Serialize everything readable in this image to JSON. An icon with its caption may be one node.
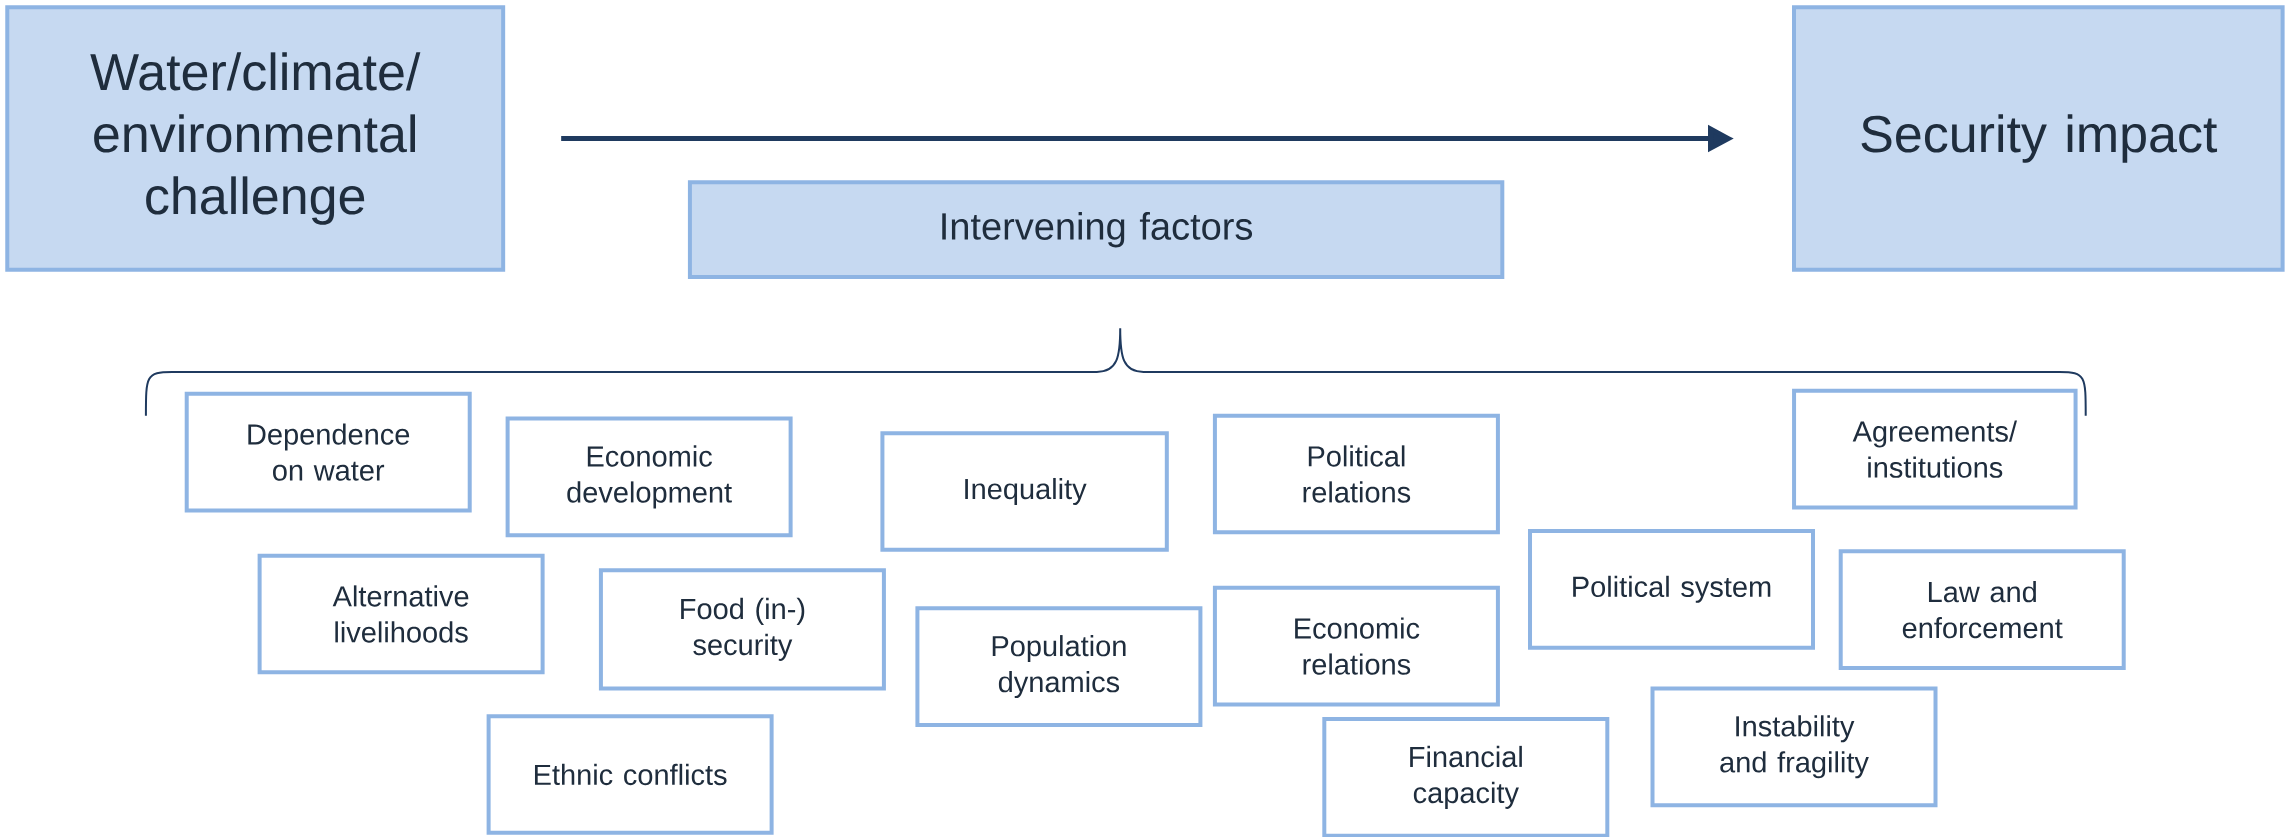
{
  "diagram": {
    "nodes": [
      {
        "text": [
          "Water/climate/ environmental challenge"
        ]
      },
      {
        "text": [
          "Security impact"
        ]
      },
      {
        "text": [
          "Intervening factors"
        ]
      },
      {
        "text": [
          "Dependence on water"
        ]
      },
      {
        "text": [
          "Economic development"
        ]
      },
      {
        "text": [
          "Inequality"
        ]
      },
      {
        "text": [
          "Political relations"
        ]
      },
      {
        "text": [
          "Agreements/ institutions"
        ]
      },
      {
        "text": [
          "Alternative livelihoods"
        ]
      },
      {
        "text": [
          "Food (in-) security"
        ]
      },
      {
        "text": [
          "Population dynamics"
        ]
      },
      {
        "text": [
          "Economic relations"
        ]
      },
      {
        "text": [
          "Political system"
        ]
      },
      {
        "text": [
          "Law and enforcement"
        ]
      },
      {
        "text": [
          "Ethnic conflicts"
        ]
      },
      {
        "text": [
          "Financial capacity"
        ]
      },
      {
        "text": [
          "Instability and fragility"
        ]
      }
    ],
    "edges": [
      {
        "from": 0,
        "to": 1,
        "arrow": "to"
      }
    ]
  }
}
